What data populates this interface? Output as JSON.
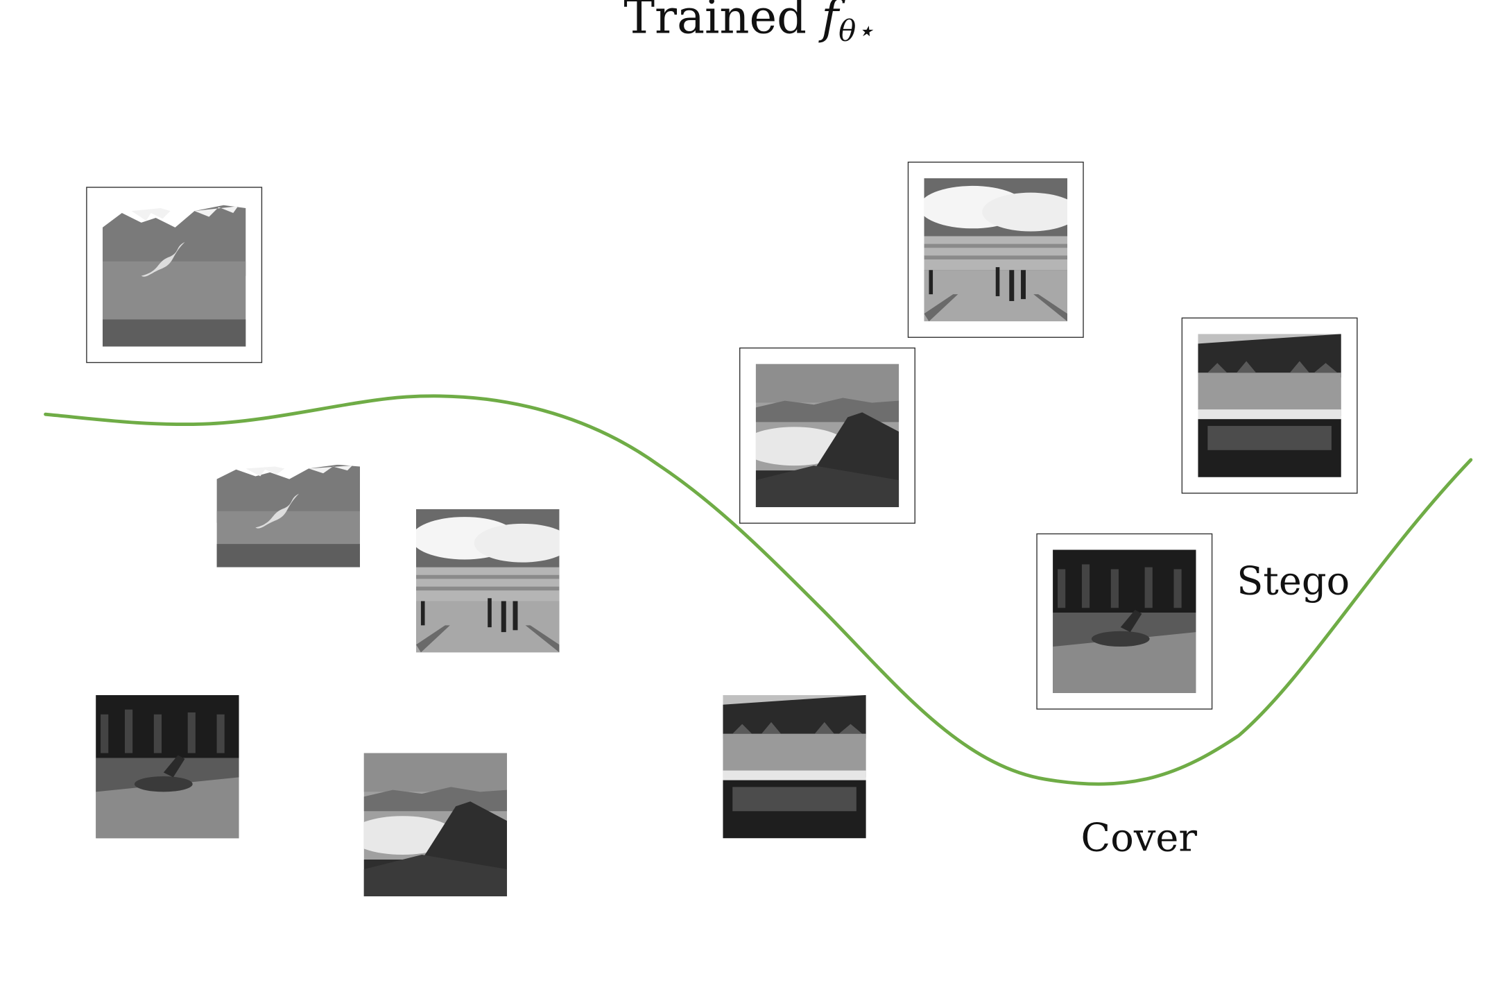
{
  "title": {
    "prefix": "Trained ",
    "function": "f",
    "subscript": "θ⋆"
  },
  "labels": {
    "stego": "Stego",
    "cover": "Cover"
  },
  "colors": {
    "boundary": "#6fac46",
    "frame": "#333333",
    "text": "#111111"
  },
  "images": {
    "stego": [
      "mountain-valley",
      "plaza-crowd",
      "foggy-ridge",
      "harbor-town",
      "street-dancer"
    ],
    "cover": [
      "mountain-valley",
      "plaza-crowd",
      "street-dancer",
      "foggy-ridge",
      "harbor-town"
    ]
  }
}
